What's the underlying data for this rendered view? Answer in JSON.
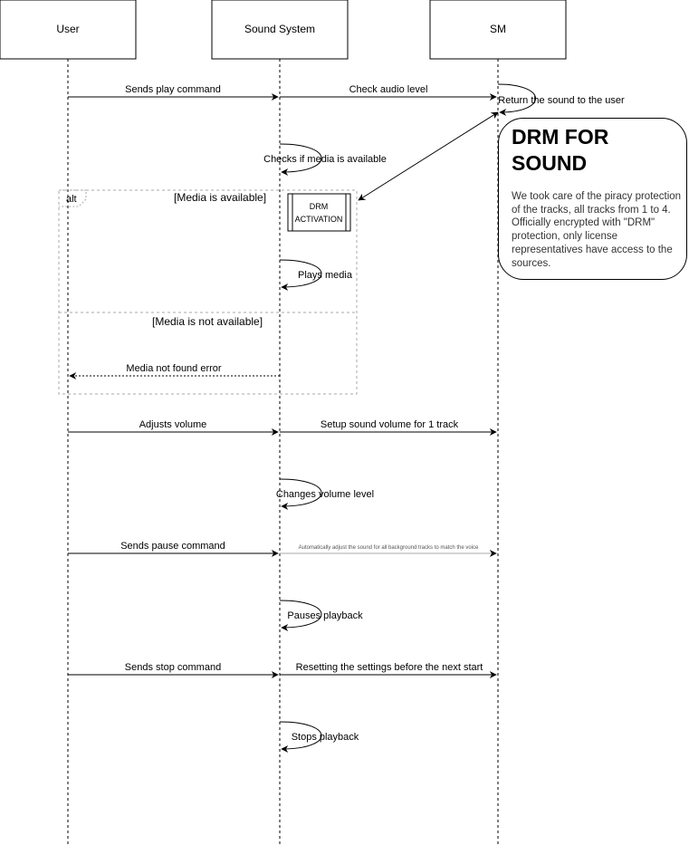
{
  "participants": [
    {
      "id": "user",
      "label": "User"
    },
    {
      "id": "sound",
      "label": "Sound System"
    },
    {
      "id": "sm",
      "label": "SM"
    }
  ],
  "messages": [
    {
      "id": "m1",
      "text": "Sends play command",
      "from": "user",
      "to": "sound",
      "style": "solid"
    },
    {
      "id": "m2",
      "text": "Check audio level",
      "from": "sound",
      "to": "sm",
      "style": "solid"
    },
    {
      "id": "m3",
      "text": "Return the sound to the user",
      "from": "sm",
      "to": "sm",
      "style": "self"
    },
    {
      "id": "m4",
      "text": "Checks if media is available",
      "from": "sound",
      "to": "sound",
      "style": "self"
    },
    {
      "id": "m5",
      "text": "Plays media",
      "from": "sound",
      "to": "sound",
      "style": "self"
    },
    {
      "id": "m6",
      "text": "Media not found error",
      "from": "sound",
      "to": "user",
      "style": "dashed"
    },
    {
      "id": "m7",
      "text": "Adjusts volume",
      "from": "user",
      "to": "sound",
      "style": "solid"
    },
    {
      "id": "m8",
      "text": "Setup sound volume for 1 track",
      "from": "sound",
      "to": "sm",
      "style": "solid"
    },
    {
      "id": "m9",
      "text": "Changes volume level",
      "from": "sound",
      "to": "sound",
      "style": "self"
    },
    {
      "id": "m10",
      "text": "Sends pause command",
      "from": "user",
      "to": "sound",
      "style": "solid"
    },
    {
      "id": "m11",
      "text": "Automatically adjust the sound for all background tracks to match the voice",
      "from": "sound",
      "to": "sm",
      "style": "solid"
    },
    {
      "id": "m12",
      "text": "Pauses playback",
      "from": "sound",
      "to": "sound",
      "style": "self"
    },
    {
      "id": "m13",
      "text": "Sends stop command",
      "from": "user",
      "to": "sound",
      "style": "solid"
    },
    {
      "id": "m14",
      "text": "Resetting the settings before the next start",
      "from": "sound",
      "to": "sm",
      "style": "solid"
    },
    {
      "id": "m15",
      "text": "Stops playback",
      "from": "sound",
      "to": "sound",
      "style": "self"
    }
  ],
  "alt": {
    "label": "alt",
    "guard1": "[Media is available]",
    "guard2": "[Media is not available]"
  },
  "drm_box": {
    "line1": "DRM",
    "line2": "ACTIVATION"
  },
  "note": {
    "title": "DRM FOR SOUND",
    "body": "We took care of the piracy protection of the tracks, all tracks from 1 to 4. Officially encrypted with \"DRM\" protection, only license representatives have access to the sources."
  },
  "colors": {
    "line": "#000000",
    "frame": "#aaaaaa"
  }
}
